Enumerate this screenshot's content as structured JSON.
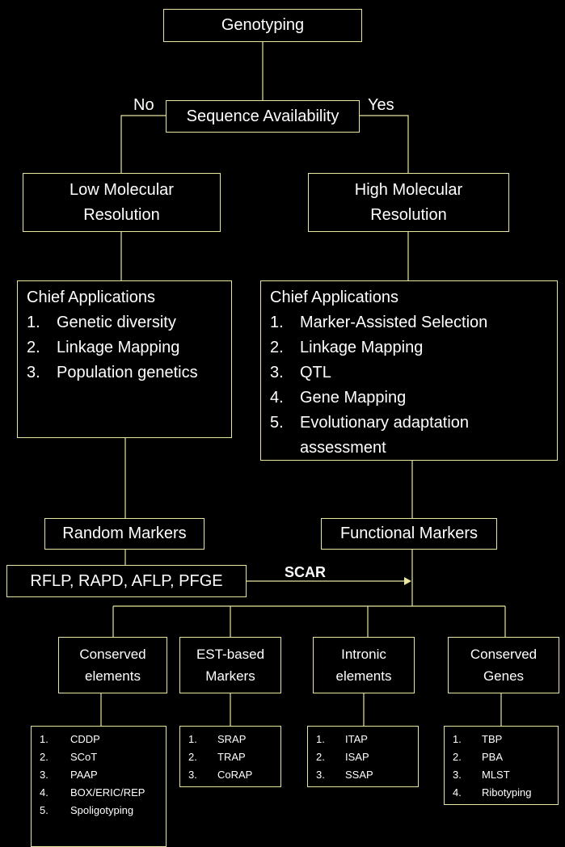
{
  "root": "Genotyping",
  "decision": {
    "label": "Sequence Availability",
    "no": "No",
    "yes": "Yes"
  },
  "low": {
    "title_line1": "Low Molecular",
    "title_line2": "Resolution",
    "apps_title": "Chief Applications",
    "apps": [
      {
        "n": "1.",
        "text": "Genetic diversity"
      },
      {
        "n": "2.",
        "text": "Linkage Mapping"
      },
      {
        "n": "3.",
        "text": "Population genetics"
      }
    ],
    "markers": "Random Markers",
    "techniques": "RFLP, RAPD, AFLP, PFGE"
  },
  "high": {
    "title_line1": "High Molecular",
    "title_line2": "Resolution",
    "apps_title": "Chief Applications",
    "apps": [
      {
        "n": "1.",
        "text": "Marker-Assisted Selection"
      },
      {
        "n": "2.",
        "text": "Linkage Mapping"
      },
      {
        "n": "3.",
        "text": "QTL"
      },
      {
        "n": "4.",
        "text": "Gene Mapping"
      },
      {
        "n": "5.",
        "text": "Evolutionary adaptation"
      },
      {
        "n": "",
        "text": "assessment"
      }
    ],
    "markers": "Functional Markers"
  },
  "scar": "SCAR",
  "categories": [
    {
      "line1": "Conserved",
      "line2": "elements",
      "items": [
        {
          "n": "1.",
          "text": "CDDP"
        },
        {
          "n": "2.",
          "text": "SCoT"
        },
        {
          "n": "3.",
          "text": "PAAP"
        },
        {
          "n": "4.",
          "text": "BOX/ERIC/REP"
        },
        {
          "n": "5.",
          "text": "Spoligotyping"
        }
      ]
    },
    {
      "line1": "EST-based",
      "line2": "Markers",
      "items": [
        {
          "n": "1.",
          "text": "SRAP"
        },
        {
          "n": "2.",
          "text": "TRAP"
        },
        {
          "n": "3.",
          "text": "CoRAP"
        }
      ]
    },
    {
      "line1": "Intronic",
      "line2": "elements",
      "items": [
        {
          "n": "1.",
          "text": "ITAP"
        },
        {
          "n": "2.",
          "text": "ISAP"
        },
        {
          "n": "3.",
          "text": "SSAP"
        }
      ]
    },
    {
      "line1": "Conserved",
      "line2": "Genes",
      "items": [
        {
          "n": "1.",
          "text": "TBP"
        },
        {
          "n": "2.",
          "text": "PBA"
        },
        {
          "n": "3.",
          "text": "MLST"
        },
        {
          "n": "4.",
          "text": "Ribotyping"
        }
      ]
    }
  ]
}
